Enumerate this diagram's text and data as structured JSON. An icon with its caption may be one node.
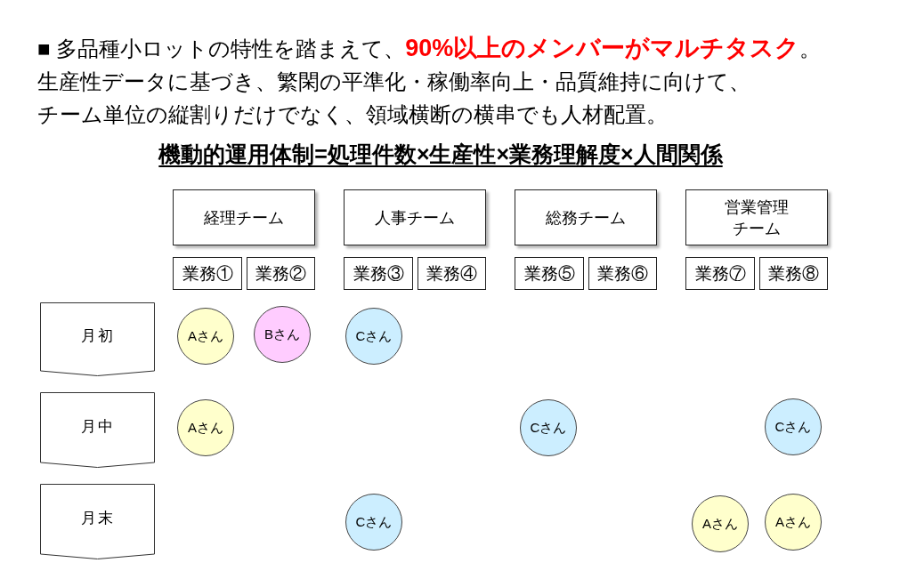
{
  "diagram": {
    "title": "機動的運用体制=処理件数×生産性×業務理解度×人間関係",
    "nodes": [
      {
        "text": [
          "経理チーム"
        ]
      },
      {
        "text": [
          "人事チーム"
        ]
      },
      {
        "text": [
          "総務チーム"
        ]
      },
      {
        "text": [
          "営業管理チーム"
        ]
      },
      {
        "text": [
          "業務①"
        ]
      },
      {
        "text": [
          "業務②"
        ]
      },
      {
        "text": [
          "業務③"
        ]
      },
      {
        "text": [
          "業務④"
        ]
      },
      {
        "text": [
          "業務⑤"
        ]
      },
      {
        "text": [
          "業務⑥"
        ]
      },
      {
        "text": [
          "業務⑦"
        ]
      },
      {
        "text": [
          "業務⑧"
        ]
      },
      {
        "text": [
          "月初"
        ]
      },
      {
        "text": [
          "Aさん"
        ]
      },
      {
        "text": [
          "Bさん"
        ]
      },
      {
        "text": [
          "Cさん"
        ]
      },
      {
        "text": [
          "月中"
        ]
      },
      {
        "text": [
          "Aさん"
        ]
      },
      {
        "text": [
          "Cさん"
        ]
      },
      {
        "text": [
          "Cさん"
        ]
      },
      {
        "text": [
          "月末"
        ]
      },
      {
        "text": [
          "Cさん"
        ]
      },
      {
        "text": [
          "Aさん"
        ]
      },
      {
        "text": [
          "Aさん"
        ]
      }
    ],
    "labels": [
      "■ 多品種小ロットの特性を踏まえて、**90%以上のメンバーがマルチタスク**。",
      "生産性データに基づき、繁閑の平準化・稼働率向上・品質維持に向けて、",
      "チーム単位の縦割りだけでなく、領域横断の横串でも人材配置。"
    ]
  }
}
